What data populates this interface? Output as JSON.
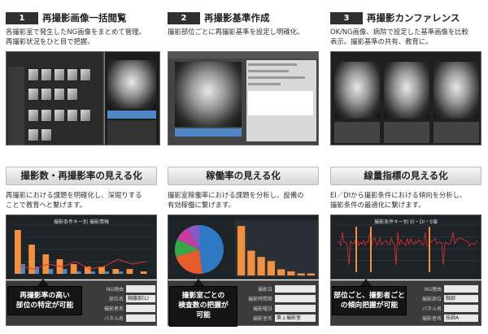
{
  "sections": [
    {
      "num": "1",
      "title": "再撮影画像一括閲覧",
      "desc": [
        "各撮影室で発生したNG画像をまとめて管理。",
        "再撮影状況をひと目で把握。"
      ]
    },
    {
      "num": "2",
      "title": "再撮影基準作成",
      "desc": [
        "撮影部位ごとに再撮影基準を設定し明確化。",
        ""
      ]
    },
    {
      "num": "3",
      "title": "再撮影カンファレンス",
      "desc": [
        "OK/NG画像、病院で設定した基準画像を比較",
        "表示。撮影基準の共有、教育に。"
      ]
    }
  ],
  "features": [
    {
      "title": "撮影数・再撮影率の見える化",
      "desc": [
        "再撮影における課題を明確化し、深堀りする",
        "ことで教育へと繋げます。"
      ],
      "callout": [
        "再撮影率の高い",
        "部位の特定が可能"
      ],
      "chart_title": "撮影条件キー別 撮影情報",
      "form": [
        {
          "label": "NG理由",
          "value": ""
        },
        {
          "label": "部位名",
          "value": "胸腹部(L)"
        },
        {
          "label": "撮影者名",
          "value": ""
        },
        {
          "label": "パネル名",
          "value": ""
        }
      ]
    },
    {
      "title": "稼働率の見える化",
      "desc": [
        "撮影室稼働率における課題を分析し、設備の",
        "有効稼働に繋げます。"
      ],
      "callout": [
        "撮影室ごとの",
        "検査数の把握が",
        "可能"
      ],
      "form": [
        {
          "label": "撮影日",
          "value": ""
        },
        {
          "label": "撮影時間帯",
          "value": ""
        },
        {
          "label": "撮影曜日",
          "value": ""
        },
        {
          "label": "撮影室名",
          "value": "第１撮影室"
        }
      ]
    },
    {
      "title": "線量指標の見える化",
      "desc": [
        "EI／DIから撮影条件における傾向を分析し、",
        "撮影条件の最適化に繋げます。"
      ],
      "callout": [
        "部位ごと、撮影者ごと",
        "の傾向把握が可能"
      ],
      "chart_title": "撮影条件キー別 EI・DI・S値",
      "form": [
        {
          "label": "NG理由",
          "value": ""
        },
        {
          "label": "撮影部位",
          "value": "胸部"
        },
        {
          "label": "パネル名",
          "value": ""
        },
        {
          "label": "撮影者名",
          "value": "技師A"
        }
      ]
    }
  ],
  "charts": [
    {
      "type": "bar",
      "categories": [
        "1",
        "2",
        "3",
        "4",
        "5",
        "6",
        "7",
        "8",
        "9",
        "10"
      ],
      "series": [
        {
          "values": [
            18,
            12,
            8,
            6,
            4,
            3,
            3,
            2,
            2,
            1
          ]
        },
        {
          "values": [
            4,
            3,
            2,
            2,
            1,
            1,
            1,
            1,
            0,
            0
          ]
        }
      ],
      "lines": [
        {
          "values": [
            3,
            2,
            4,
            3,
            5,
            2,
            3,
            6,
            4,
            5
          ]
        }
      ],
      "ylim": [
        0,
        20
      ]
    },
    {
      "type": "pie",
      "values": [
        48,
        22,
        12,
        10,
        8
      ],
      "colors": [
        "#2f78c4",
        "#e85d2f",
        "#3aa64c",
        "#c83ba0",
        "#8a5ac6"
      ]
    },
    {
      "type": "bar",
      "values": [
        24,
        12,
        9,
        7,
        3,
        2,
        1,
        1
      ],
      "ylim": [
        0,
        26
      ]
    }
  ],
  "colors": {
    "bar": "#f09040",
    "bar2": "#4f86c6",
    "line": "#e03434",
    "grid": "#3b4450"
  }
}
